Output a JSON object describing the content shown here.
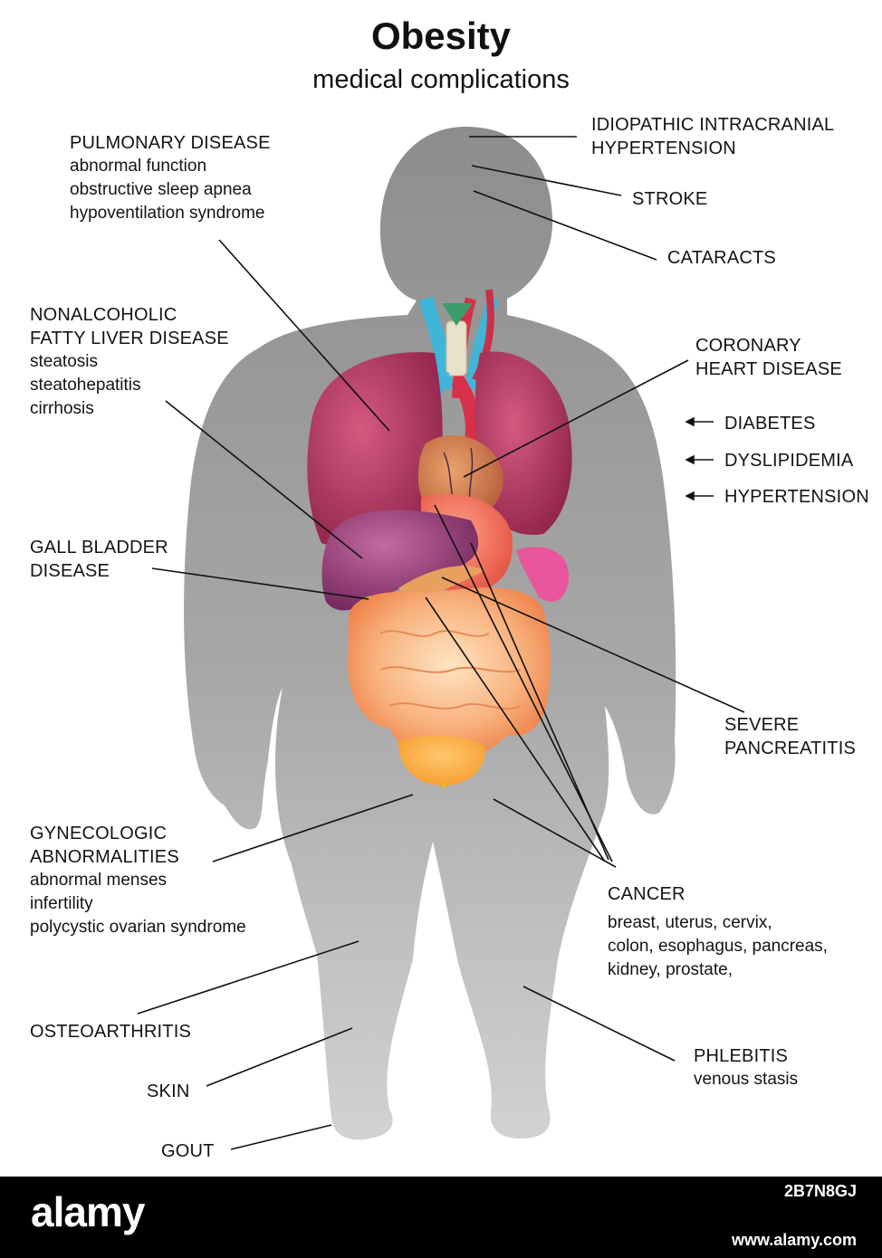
{
  "title": "Obesity",
  "subtitle": "medical complications",
  "labels": {
    "pulmonary": {
      "heading": "PULMONARY DISEASE",
      "items": [
        "abnormal function",
        "obstructive sleep apnea",
        "hypoventilation syndrome"
      ]
    },
    "liver": {
      "heading1": "NONALCOHOLIC",
      "heading2": "FATTY LIVER DISEASE",
      "items": [
        "steatosis",
        "steatohepatitis",
        "cirrhosis"
      ]
    },
    "gall": {
      "heading1": "GALL BLADDER",
      "heading2": "DISEASE"
    },
    "gyneco": {
      "heading1": "GYNECOLOGIC",
      "heading2": "ABNORMALITIES",
      "items": [
        "abnormal menses",
        "infertility",
        "polycystic ovarian syndrome"
      ]
    },
    "osteo": "OSTEOARTHRITIS",
    "skin": "SKIN",
    "gout": "GOUT",
    "iih": {
      "line1": "IDIOPATHIC INTRACRANIAL",
      "line2": "HYPERTENSION"
    },
    "stroke": "STROKE",
    "cataracts": "CATARACTS",
    "coronary": {
      "line1": "CORONARY",
      "line2": "HEART DISEASE"
    },
    "risks": {
      "arrow": "←",
      "items": [
        "DIABETES",
        "DYSLIPIDEMIA",
        "HYPERTENSION"
      ]
    },
    "pancreatitis": {
      "line1": "SEVERE",
      "line2": "PANCREATITIS"
    },
    "cancer": {
      "heading": "CANCER",
      "items": [
        "breast, uterus, cervix,",
        "colon, esophagus, pancreas,",
        "kidney, prostate,"
      ]
    },
    "phlebitis": {
      "heading": "PHLEBITIS",
      "sub": "venous stasis"
    }
  },
  "footer": {
    "logo": "alamy",
    "image_id": "2B7N8GJ",
    "website": "www.alamy.com"
  },
  "colors": {
    "silhouette_top": "#8f8f8f",
    "silhouette_bottom": "#c9c9c9",
    "lung": "#b83a63",
    "liver": "#9e3f7e",
    "intestine": "#f39a62",
    "heart": "#cf7a4d",
    "vessel_blue": "#3fb6d8",
    "vessel_red": "#d8304a",
    "footer_bg": "#000000"
  }
}
